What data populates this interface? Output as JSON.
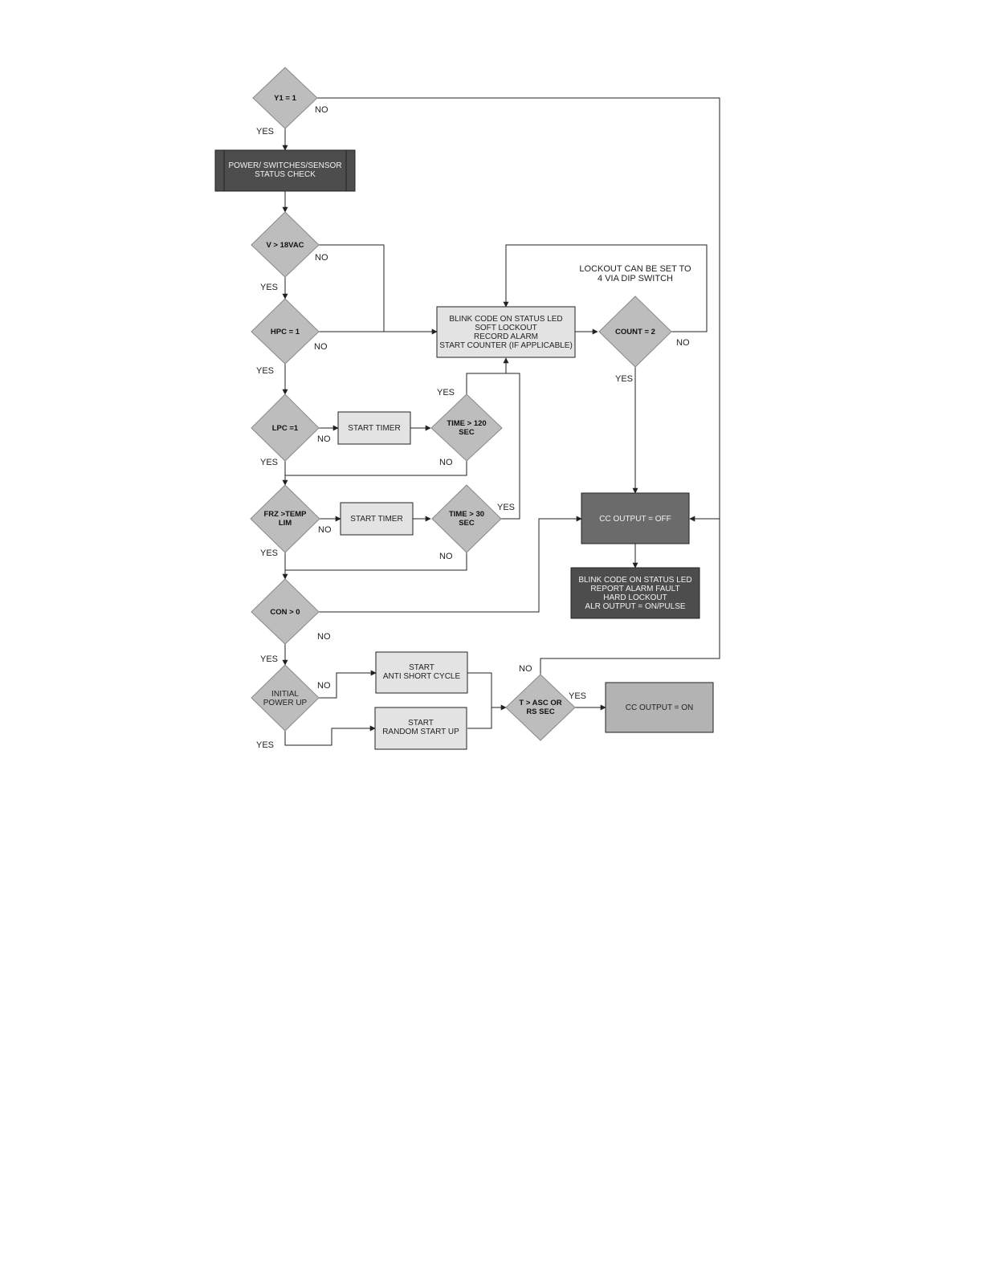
{
  "decisions": {
    "y1": "Y1 = 1",
    "v18": "V > 18VAC",
    "hpc": "HPC = 1",
    "lpc": "LPC =1",
    "time120": [
      "TIME > 120",
      "SEC"
    ],
    "frz": [
      "FRZ >TEMP",
      "LIM"
    ],
    "time30": [
      "TIME > 30",
      "SEC"
    ],
    "con": "CON > 0",
    "initial": [
      "INITIAL",
      "POWER UP"
    ],
    "tasc": [
      "T > ASC OR",
      "RS SEC"
    ],
    "count": "COUNT = 2"
  },
  "boxes": {
    "status_check": [
      "POWER/ SWITCHES/SENSOR",
      "STATUS CHECK"
    ],
    "blink_soft": [
      "BLINK CODE ON STATUS LED",
      "SOFT LOCKOUT",
      "RECORD ALARM",
      "START COUNTER (IF APPLICABLE)"
    ],
    "start_timer_1": "START TIMER",
    "start_timer_2": "START TIMER",
    "cc_off": "CC OUTPUT = OFF",
    "blink_hard": [
      "BLINK CODE ON STATUS LED",
      "REPORT ALARM FAULT",
      "HARD LOCKOUT",
      "ALR OUTPUT = ON/PULSE"
    ],
    "anti_short": [
      "START",
      "ANTI SHORT CYCLE"
    ],
    "random_start": [
      "START",
      "RANDOM START UP"
    ],
    "cc_on": "CC OUTPUT = ON"
  },
  "note": [
    "LOCKOUT CAN BE SET TO",
    "4 VIA DIP SWITCH"
  ],
  "edge_labels": {
    "yes": "YES",
    "no": "NO"
  },
  "colors": {
    "diamond": "#bdbdbd",
    "dark_box": "#4d4d4d",
    "mid_box": "#6b6b6b",
    "light_box": "#e3e3e3",
    "on_box": "#b3b3b3"
  }
}
